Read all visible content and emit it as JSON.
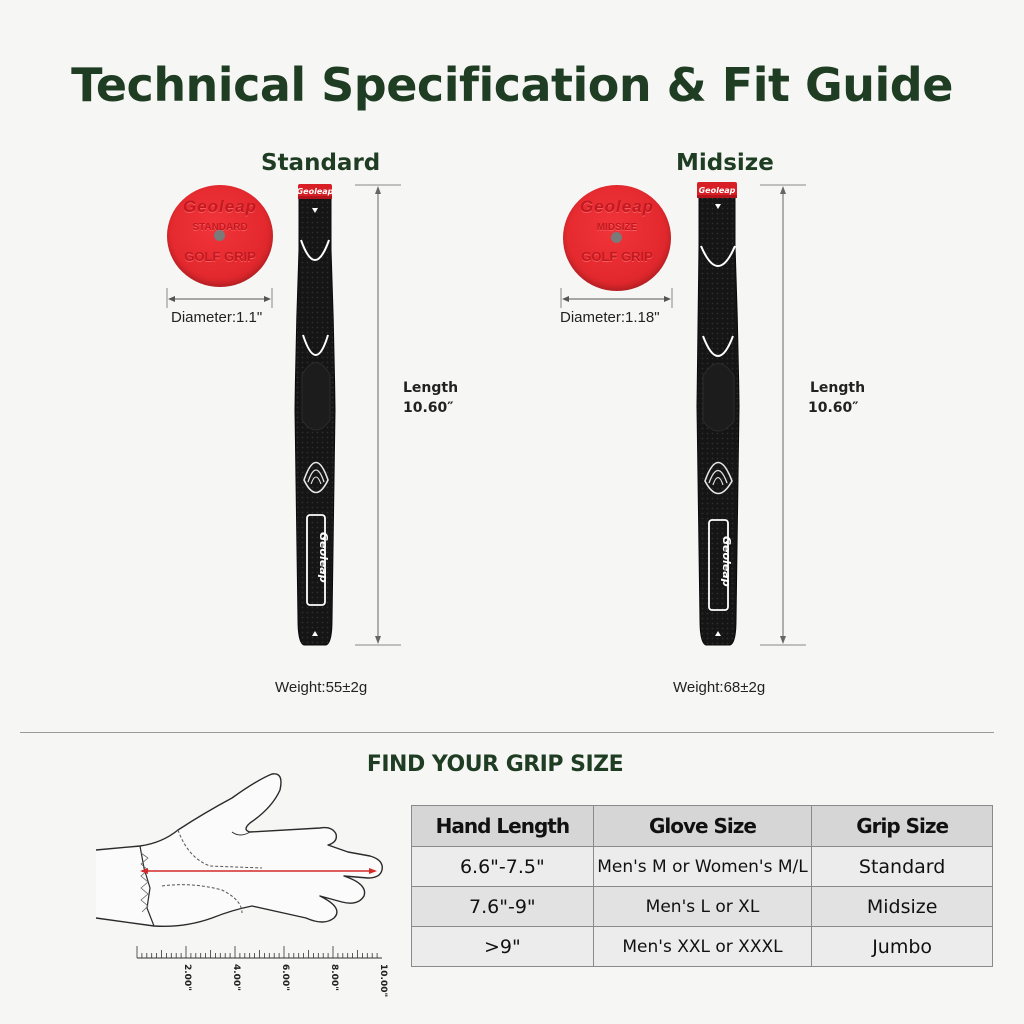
{
  "title": "Technical Specification & Fit Guide",
  "variants": [
    {
      "name": "Standard",
      "disc_brand": "Geoleap",
      "disc_size": "STANDARD",
      "disc_text": "GOLF GRIP",
      "cap_brand": "Geoleap",
      "grip_brand": "Geoleap",
      "diameter": "Diameter:1.1\"",
      "length_label": "Length",
      "length_value": "10.60″",
      "weight": "Weight:55±2g"
    },
    {
      "name": "Midsize",
      "disc_brand": "Geoleap",
      "disc_size": "MIDSIZE",
      "disc_text": "GOLF GRIP",
      "cap_brand": "Geoleap",
      "grip_brand": "Geoleap",
      "diameter": "Diameter:1.18\"",
      "length_label": "Length",
      "length_value": "10.60″",
      "weight": "Weight:68±2g"
    }
  ],
  "fit": {
    "title": "FIND YOUR GRIP SIZE",
    "headers": [
      "Hand Length",
      "Glove Size",
      "Grip Size"
    ],
    "rows": [
      [
        "6.6\"-7.5\"",
        "Men's M or Women's M/L",
        "Standard"
      ],
      [
        "7.6\"-9\"",
        "Men's L or XL",
        "Midsize"
      ],
      [
        ">9\"",
        "Men's XXL or XXXL",
        "Jumbo"
      ]
    ],
    "ruler_labels": [
      "2.00\"",
      "4.00\"",
      "6.00\"",
      "8.00\"",
      "10.00\""
    ]
  },
  "colors": {
    "title_green": "#1f3d23",
    "disc_red": "#e52a2f",
    "grip_black": "#141414",
    "measure_red": "#d42a2a"
  }
}
